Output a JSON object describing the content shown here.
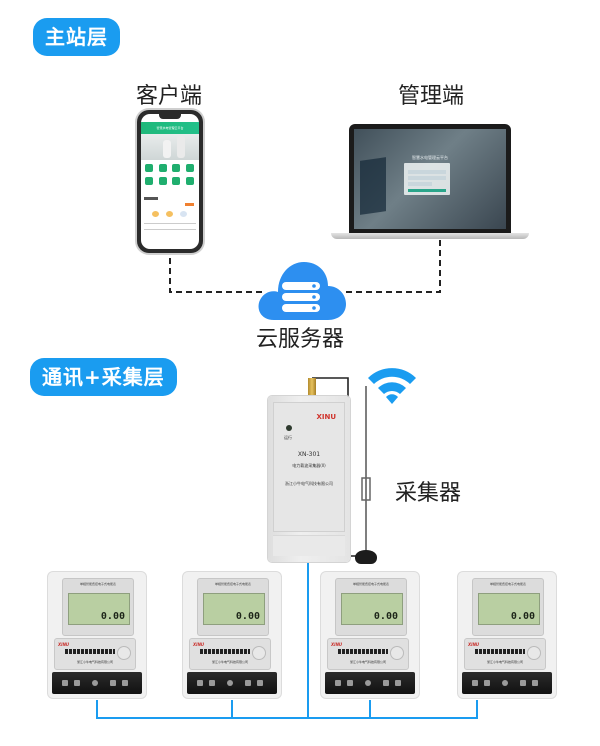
{
  "sections": {
    "master_layer": {
      "label": "主站层"
    },
    "comm_collect_layer": {
      "label": "通讯+采集层"
    }
  },
  "nodes": {
    "client": {
      "label": "客户端",
      "icon": "smartphone-icon",
      "app_title": "智慧水电管理云平台"
    },
    "admin": {
      "label": "管理端",
      "icon": "laptop-icon",
      "screen_title": "智慧水电管理云平台"
    },
    "cloud_server": {
      "label": "云服务器",
      "icon": "cloud-server-icon"
    },
    "collector": {
      "label": "采集器",
      "brand": "XINU",
      "indicator_label": "运行",
      "model": "XN-301",
      "device_name": "电力载波采集器(II)",
      "company": "浙江小牛电气科技有限公司",
      "icon": "wifi-icon"
    }
  },
  "meters": [
    {
      "reading": "0.00",
      "brand": "XINU",
      "title": "单相智能费控电子式电能表",
      "company": "浙江小牛电气科技有限公司"
    },
    {
      "reading": "0.00",
      "brand": "XINU",
      "title": "单相智能费控电子式电能表",
      "company": "浙江小牛电气科技有限公司"
    },
    {
      "reading": "0.00",
      "brand": "XINU",
      "title": "单相智能费控电子式电能表",
      "company": "浙江小牛电气科技有限公司"
    },
    {
      "reading": "0.00",
      "brand": "XINU",
      "title": "单相智能费控电子式电能表",
      "company": "浙江小牛电气科技有限公司"
    }
  ],
  "colors": {
    "badge": "#1a9cf0",
    "cloud": "#2d8ff0",
    "bus_line": "#1a9cf0",
    "dashed_line": "#222222"
  }
}
